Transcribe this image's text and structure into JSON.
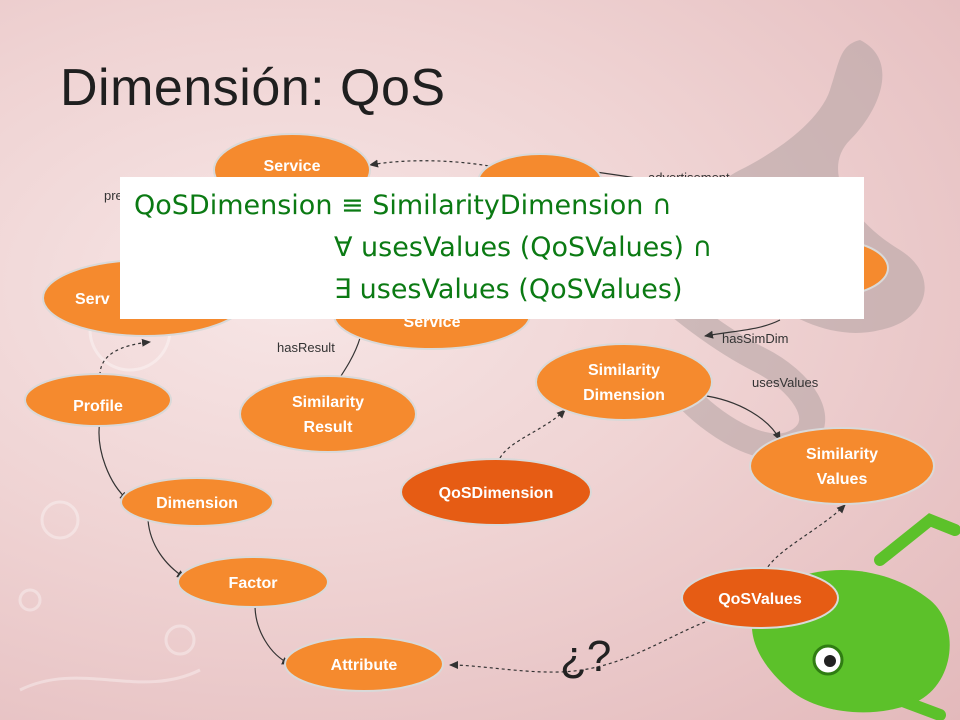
{
  "slide": {
    "title": "Dimensión: QoS",
    "question_mark": "¿?"
  },
  "formula": {
    "line1": "QoSDimension ≡ SimilarityDimension ∩",
    "line2": "∀ usesValues (QoSValues) ∩",
    "line3": "∃ usesValues (QoSValues)"
  },
  "nodes": {
    "service_top": "Service",
    "service_left": "Serv",
    "service_mid": "Service",
    "profile": "Profile",
    "dimension": "Dimension",
    "factor": "Factor",
    "attribute": "Attribute",
    "similarity_result_1": "Similarity",
    "similarity_result_2": "Result",
    "similarity_dimension_1": "Similarity",
    "similarity_dimension_2": "Dimension",
    "similarity_values_1": "Similarity",
    "similarity_values_2": "Values",
    "qos_dimension": "QoSDimension",
    "qos_values": "QoSValues"
  },
  "edges": {
    "presents_partial": "pre",
    "advertisement_partial": "advertisement",
    "has_result": "hasResult",
    "has_sim_dim": "hasSimDim",
    "uses_values": "usesValues"
  },
  "colors": {
    "node_fill": "#f58a2e",
    "node_dark_fill": "#e65c14",
    "formula_text": "#0b7a13",
    "edge": "#333333"
  }
}
